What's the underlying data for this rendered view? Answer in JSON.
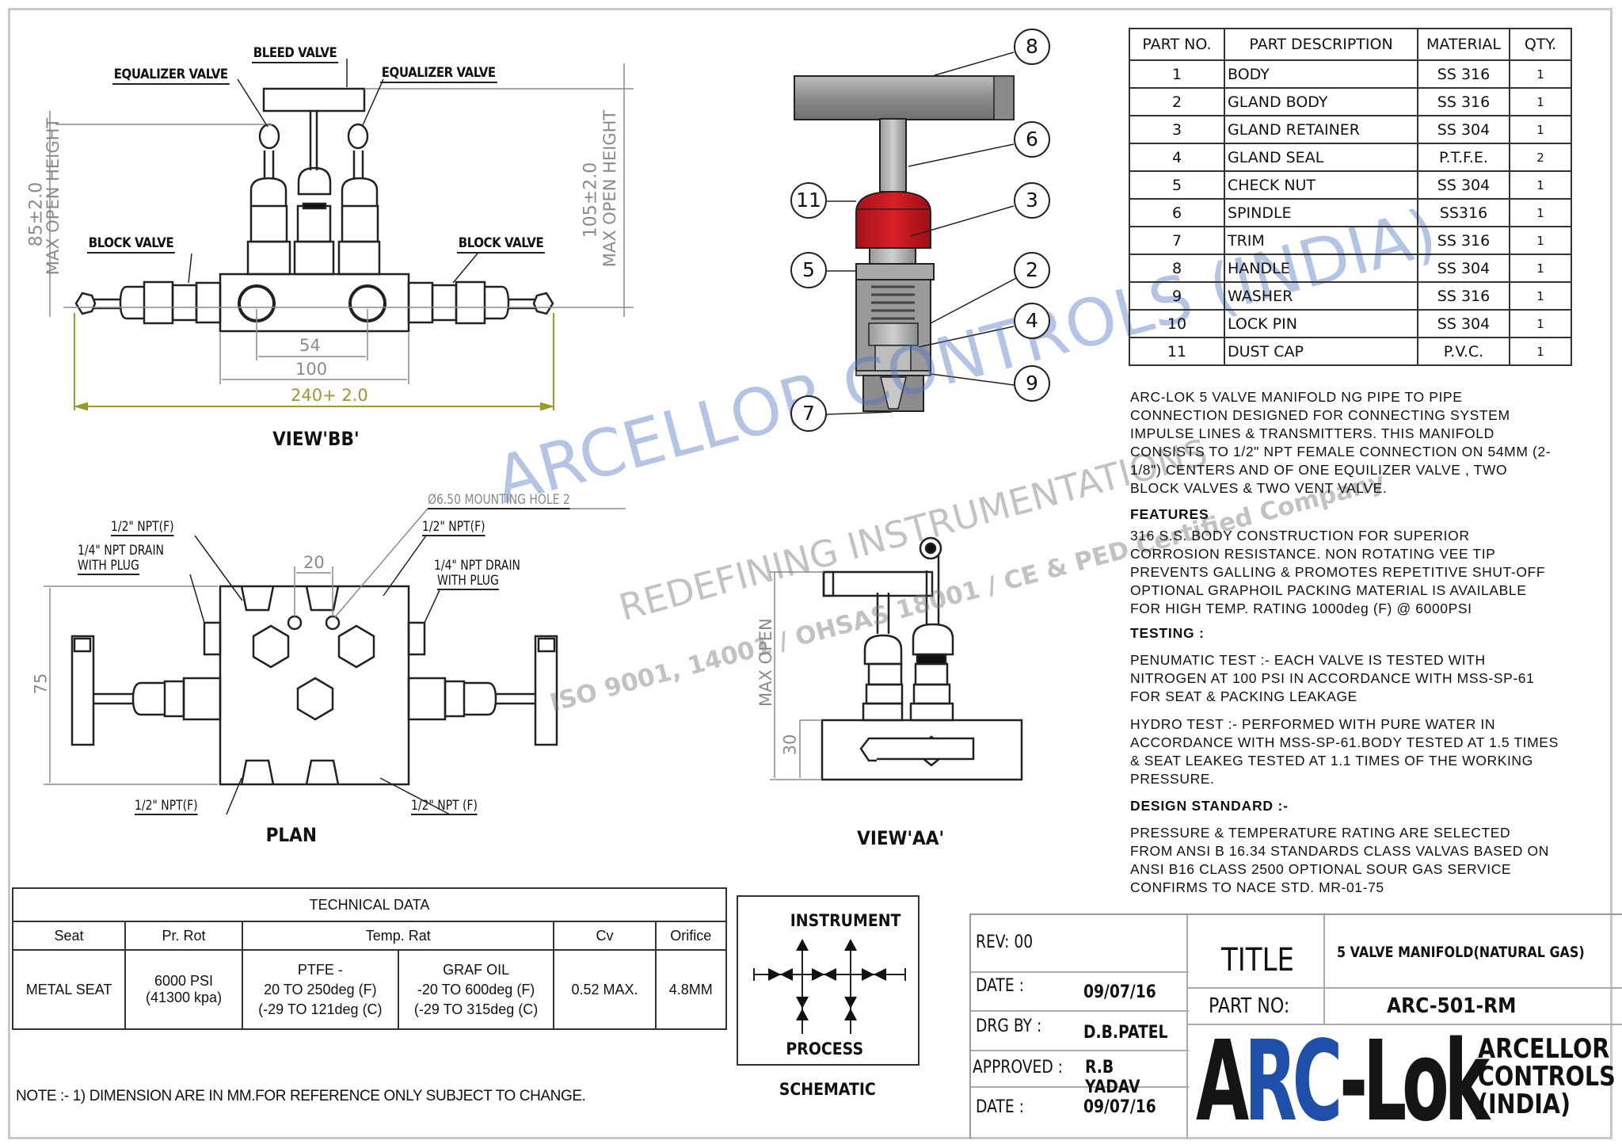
{
  "view_bb": {
    "title": "VIEW'BB'",
    "labels": {
      "bleed": "BLEED VALVE",
      "equalizer_left": "EQUALIZER VALVE",
      "equalizer_right": "EQUALIZER VALVE",
      "block_left": "BLOCK VALVE",
      "block_right": "BLOCK VALVE"
    },
    "dims": {
      "left_height": "85±2.0",
      "left_height_label": "MAX OPEN HEIGHT",
      "right_height": "105±2.0",
      "right_height_label": "MAX OPEN HEIGHT",
      "ports": "54",
      "body": "100",
      "overall": "240+ 2.0"
    }
  },
  "plan": {
    "title": "PLAN",
    "labels": {
      "mounting": "Ø6.50 MOUNTING HOLE 2",
      "npt_tl": "1/2\" NPT(F)",
      "npt_tr": "1/2\" NPT(F)",
      "drain_l1": "1/4\" NPT DRAIN",
      "drain_l2": "WITH PLUG",
      "drain_r1": "1/4\" NPT DRAIN",
      "drain_r2": "WITH PLUG",
      "npt_bl": "1/2\" NPT(F)",
      "npt_br": "1/2\" NPT (F)"
    },
    "dims": {
      "height": "75",
      "holes": "20"
    }
  },
  "exploded": {
    "balloons": [
      "8",
      "6",
      "3",
      "2",
      "4",
      "9",
      "11",
      "5",
      "7"
    ]
  },
  "view_aa": {
    "title": "VIEW'AA'",
    "dims": {
      "open": "MAX OPEN",
      "body": "30"
    }
  },
  "parts_table": {
    "headers": [
      "PART NO.",
      "PART DESCRIPTION",
      "MATERIAL",
      "QTY."
    ],
    "rows": [
      [
        "1",
        "BODY",
        "SS 316",
        "1"
      ],
      [
        "2",
        "GLAND BODY",
        "SS 316",
        "1"
      ],
      [
        "3",
        "GLAND RETAINER",
        "SS 304",
        "1"
      ],
      [
        "4",
        "GLAND SEAL",
        "P.T.F.E.",
        "2"
      ],
      [
        "5",
        "CHECK NUT",
        "SS 304",
        "1"
      ],
      [
        "6",
        "SPINDLE",
        "SS316",
        "1"
      ],
      [
        "7",
        "TRIM",
        "SS 316",
        "1"
      ],
      [
        "8",
        "HANDLE",
        "SS 304",
        "1"
      ],
      [
        "9",
        "WASHER",
        "SS 316",
        "1"
      ],
      [
        "10",
        "LOCK PIN",
        "SS 304",
        "1"
      ],
      [
        "11",
        "DUST CAP",
        "P.V.C.",
        "1"
      ]
    ]
  },
  "description": {
    "intro": "ARC-LOK 5 VALVE MANIFOLD  NG PIPE TO PIPE\nCONNECTION DESIGNED FOR CONNECTING SYSTEM\nIMPULSE LINES & TRANSMITTERS. THIS MANIFOLD\nCONSISTS TO 1/2\" NPT FEMALE CONNECTION ON 54MM (2-\n1/8\") CENTERS AND OF ONE EQUILIZER VALVE , TWO\nBLOCK VALVES & TWO VENT VALVE.",
    "features_heading": "FEATURES",
    "features": "316 S.S. BODY CONSTRUCTION FOR SUPERIOR\nCORROSION RESISTANCE. NON ROTATING VEE TIP\nPREVENTS GALLING & PROMOTES REPETITIVE SHUT-OFF\nOPTIONAL GRAPHOIL PACKING MATERIAL IS AVAILABLE\nFOR HIGH TEMP. RATING 1000deg (F) @ 6000PSI",
    "testing_heading": "TESTING :",
    "pneumatic": "PENUMATIC TEST :-  EACH VALVE IS TESTED WITH\nNITROGEN AT 100 PSI IN ACCORDANCE WITH MSS-SP-61\nFOR SEAT & PACKING LEAKAGE",
    "hydro": "HYDRO TEST :- PERFORMED WITH PURE WATER IN\nACCORDANCE WITH MSS-SP-61.BODY TESTED AT 1.5 TIMES\n& SEAT LEAKEG TESTED AT 1.1 TIMES OF THE WORKING\nPRESSURE.",
    "design_heading": "DESIGN STANDARD :-",
    "design": "PRESSURE  & TEMPERATURE RATING ARE SELECTED\nFROM ANSI B 16.34 STANDARDS CLASS VALVAS BASED ON\nANSI B16 CLASS 2500 OPTIONAL SOUR  GAS SERVICE\nCONFIRMS TO NACE STD. MR-01-75"
  },
  "technical_data": {
    "title": "TECHNICAL DATA",
    "headers": {
      "seat": "Seat",
      "pressure": "Pr. Rot",
      "temp": "Temp. Rat",
      "cv": "Cv",
      "orifice": "Orifice"
    },
    "values": {
      "seat": "METAL SEAT",
      "pressure": "6000 PSI\n(41300 kpa)",
      "ptfe": "PTFE                    -\n20 TO 250deg (F)\n(-29 TO 121deg (C)",
      "grafoil": "GRAF OIL\n-20 TO 600deg (F)\n(-29 TO 315deg (C)",
      "cv": "0.52 MAX.",
      "orifice": "4.8MM"
    }
  },
  "note": "NOTE :- 1) DIMENSION ARE IN MM.FOR REFERENCE ONLY SUBJECT  TO CHANGE.",
  "schematic": {
    "top": "INSTRUMENT",
    "bottom": "PROCESS",
    "caption": "SCHEMATIC"
  },
  "title_block": {
    "rev": "REV: 00",
    "date_label": "DATE :",
    "date": "09/07/16",
    "drg_label": "DRG BY :",
    "drg": "D.B.PATEL",
    "approved_label": "APPROVED :",
    "approved": "R.B YADAV",
    "date2_label": "DATE :",
    "date2": "09/07/16",
    "title_label": "TITLE",
    "title": "5 VALVE MANIFOLD(NATURAL GAS)",
    "part_label": "PART NO:",
    "part": "ARC-501-RM"
  },
  "logo": {
    "a": "A",
    "rc": "RC",
    "lok": "-Lok",
    "company": [
      "ARCELLOR",
      "CONTROLS",
      "(INDIA)"
    ]
  },
  "watermark": {
    "line1": "ARCELLOR CONTROLS (INDIA)",
    "line2": "REDEFINING INSTRUMENTATIONS",
    "line3": "ISO 9001, 14001 / OHSAS 18001 / CE & PED Certified Company"
  },
  "colors": {
    "dust_cap": "#c8161d",
    "dimension_overall": "#9a9a2a",
    "logo_blue": "#1f4fa8",
    "watermark_blue": "#4a72c0"
  }
}
